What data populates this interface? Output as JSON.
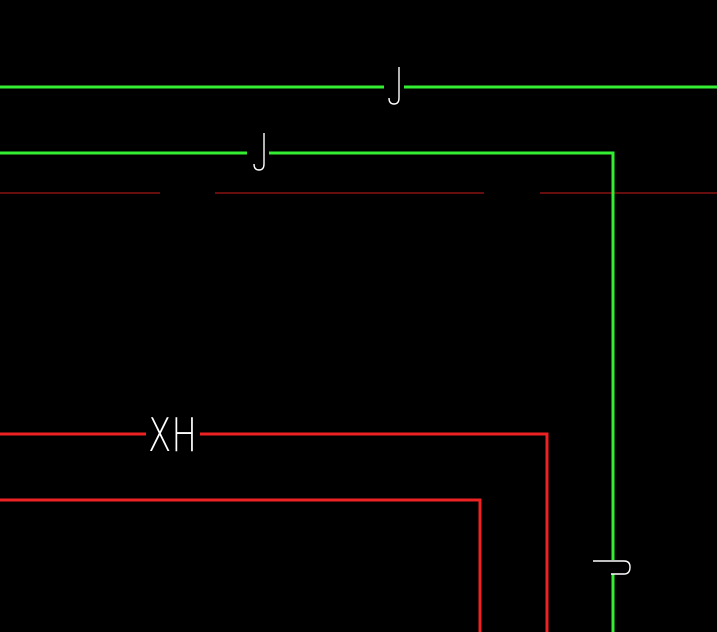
{
  "drawing": {
    "background_color": "#000000",
    "colors": {
      "water_pipe": "#33ee33",
      "hydrant_pipe": "#ee2222",
      "axis_line": "#cc1a1a",
      "symbol": "#ffffff"
    },
    "labels": {
      "hydrant_pipe": "XH"
    },
    "elements": [
      {
        "name": "water-pipe-upper",
        "type": "pipe",
        "system": "J"
      },
      {
        "name": "water-pipe-lower",
        "type": "pipe",
        "system": "J"
      },
      {
        "name": "hydrant-pipe-outer",
        "type": "pipe",
        "system": "XH"
      },
      {
        "name": "hydrant-pipe-inner",
        "type": "pipe",
        "system": "XH"
      },
      {
        "name": "axis-line",
        "type": "reference-line"
      }
    ]
  }
}
